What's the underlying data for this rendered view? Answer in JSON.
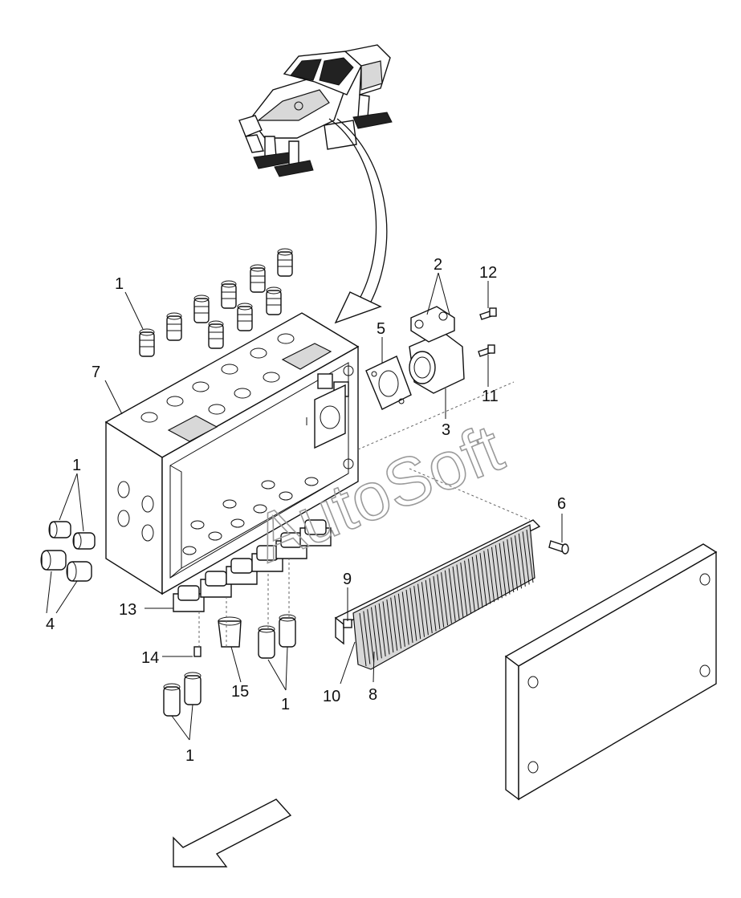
{
  "watermark": "AutoSoft",
  "callouts": {
    "c1a": "1",
    "c1b": "1",
    "c1c": "1",
    "c1d": "1",
    "c2": "2",
    "c3": "3",
    "c4": "4",
    "c5": "5",
    "c6": "6",
    "c7": "7",
    "c8": "8",
    "c9": "9",
    "c10": "10",
    "c11": "11",
    "c12": "12",
    "c13": "13",
    "c14": "14",
    "c15": "15"
  },
  "colors": {
    "line": "#111111",
    "watermark": "#9a9a9a",
    "shade": "#d8d8d8"
  }
}
